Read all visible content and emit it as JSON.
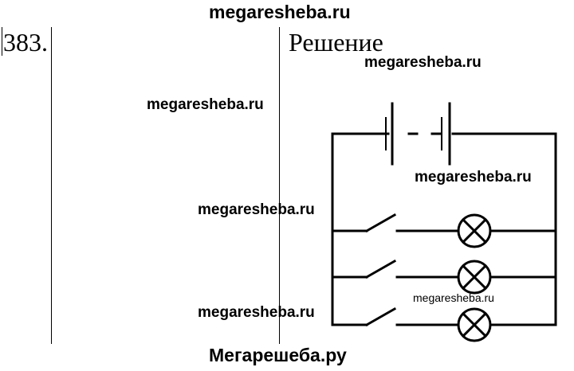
{
  "header": {
    "site": "megaresheba.ru"
  },
  "table": {
    "number": "383.",
    "solution_heading": "Решение"
  },
  "watermarks": [
    "megaresheba.ru",
    "megaresheba.ru",
    "megaresheba.ru",
    "megaresheba.ru",
    "megaresheba.ru",
    "megaresheba.ru"
  ],
  "footer": {
    "site": "Мегарешеба.ру"
  },
  "circuit": {
    "battery_cells": 2,
    "branches": [
      {
        "component": "switch",
        "state": "open",
        "load": "lamp"
      },
      {
        "component": "switch",
        "state": "open",
        "load": "lamp"
      },
      {
        "component": "switch",
        "state": "open",
        "load": "lamp"
      }
    ]
  }
}
